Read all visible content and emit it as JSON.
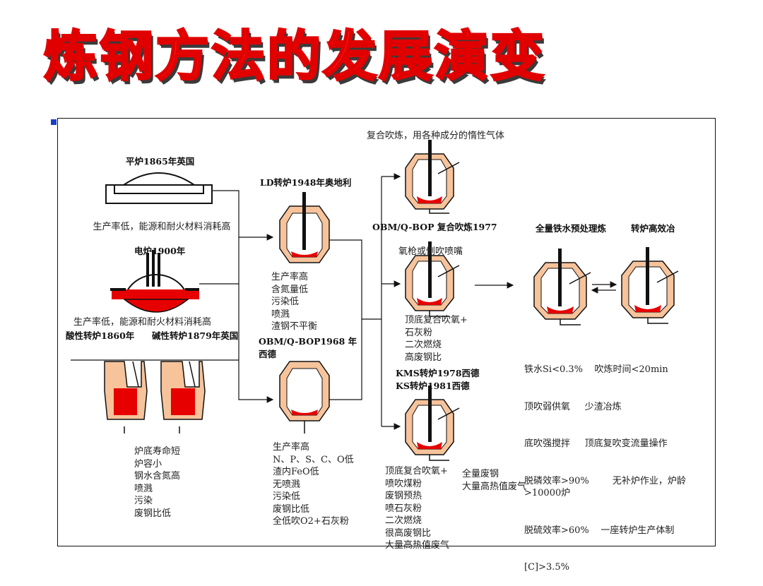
{
  "page": {
    "title": "炼钢方法的发展演变",
    "accent_color": "#ff1a1a"
  },
  "diagram": {
    "open_hearth": {
      "label": "平炉1865年英国",
      "desc": "生产率低，能源和耐火材料消耗高"
    },
    "electric_furnace": {
      "label": "电炉1900年",
      "desc": "生产率低，能源和耐火材料消耗高"
    },
    "converters": {
      "label_acid": "酸性转炉1860年",
      "label_basic": "碱性转炉1879年英国",
      "features": [
        "炉底寿命短",
        "炉容小",
        "钢水含氮高",
        "喷溅",
        "污染",
        "废钢比低"
      ]
    },
    "ld": {
      "label": "LD转炉1948年奥地利",
      "features": [
        "生产率高",
        "含氮量低",
        "污染低",
        "喷溅",
        "渣钢不平衡"
      ]
    },
    "obm_1968": {
      "label": "OBM/Q-BOP1968 年西德",
      "features": [
        "生产率高",
        "N、P、S、C、O低",
        "渣内FeO低",
        "无喷溅",
        "污染低",
        "废钢比低",
        "全低吹O2+石灰粉"
      ]
    },
    "combined_gas": {
      "label": "复合吹炼，用各种成分的惰性气体"
    },
    "obm_1977": {
      "label": "OBM/Q-BOP 复合吹炼1977",
      "sublabel": "氧枪或侧吹喷嘴",
      "features": [
        "顶底复合吹氧+",
        "石灰粉",
        "二次燃烧",
        "高废钢比"
      ]
    },
    "kms": {
      "label_kms": "KMS转炉1978西德",
      "label_ks": "KS转炉1981西德",
      "features": [
        "顶底复合吹氧+",
        "喷吹煤粉",
        "废钢预热",
        "喷石灰粉",
        "二次燃烧",
        "很高废钢比",
        "大量高热值废气"
      ],
      "side_features": [
        "全量废钢",
        "大量高热值废气"
      ]
    },
    "modern": {
      "label_pretreat": "全量铁水预处理炼",
      "label_efficient": "转炉高效冶",
      "features": [
        "铁水Si<0.3%    吹炼时间<20min",
        "顶吹弱供氧     少渣冶炼",
        "底吹强搅拌     顶底复吹变流量操作",
        "脱磷效率>90%        无补炉作业，炉龄>10000炉",
        "脱硫效率>60%    一座转炉生产体制",
        "[C]>3.5%"
      ]
    }
  }
}
